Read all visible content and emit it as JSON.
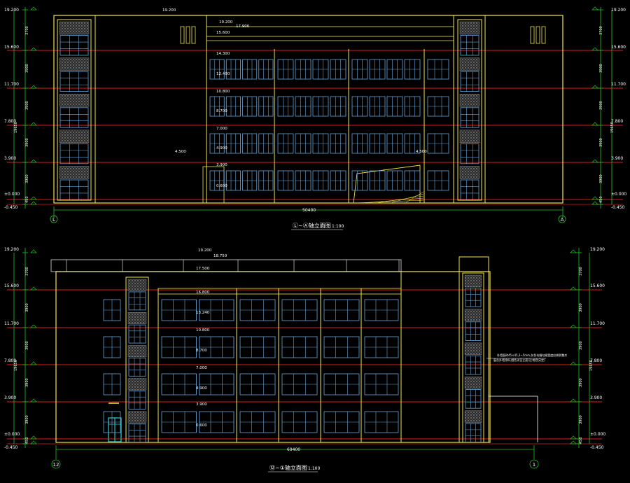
{
  "colors": {
    "background": "#000000",
    "building_outline": "#f2e64a",
    "window": "#6aa6d8",
    "floor_line": "#d81e1e",
    "dimension": "#27c227",
    "text": "#ffffff",
    "stair_hatch": "#9a9a9a",
    "door": "#2bd4e0"
  },
  "top_view": {
    "caption": "Ⓛ~Ⓐ轴立面图",
    "scale": "1:100",
    "overall_width": "50400",
    "axis_left": "L",
    "axis_right": "A",
    "left_levels": [
      "19.200",
      "15.600",
      "11.700",
      "7.800",
      "3.900",
      "±0.000",
      "-0.450"
    ],
    "right_levels": [
      "19.200",
      "15.600",
      "11.700",
      "7.800",
      "3.900",
      "±0.000",
      "-0.450"
    ],
    "left_dims": [
      "3700",
      "3900",
      "3900",
      "3900",
      "3900",
      "450"
    ],
    "right_dims": [
      "3700",
      "3900",
      "3900",
      "3900",
      "3900",
      "450"
    ],
    "total_height": "19650",
    "inner_levels": [
      "19.200",
      "17.900",
      "15.600",
      "14.300",
      "12.400",
      "10.800",
      "8.700",
      "7.000",
      "4.900",
      "3.900",
      "0.600"
    ],
    "side_level": "4.500",
    "side_level_right": "4.500"
  },
  "bottom_view": {
    "caption": "⑫~①轴立面图",
    "scale": "1:100",
    "overall_width": "69400",
    "axis_left": "12",
    "axis_right": "1",
    "left_levels": [
      "19.200",
      "15.600",
      "11.700",
      "7.800",
      "3.900",
      "±0.000",
      "-0.450"
    ],
    "right_levels": [
      "19.200",
      "15.600",
      "11.700",
      "7.800",
      "3.900",
      "±0.000",
      "-0.450"
    ],
    "left_dims": [
      "3700",
      "3900",
      "3900",
      "3900",
      "3900",
      "450"
    ],
    "right_dims": [
      "3700",
      "3900",
      "3900",
      "3900",
      "3900",
      "450"
    ],
    "total_height": "19650",
    "inner_levels": [
      "19.200",
      "18.750",
      "17.500",
      "16.800",
      "13.240",
      "10.800",
      "8.700",
      "7.000",
      "4.900",
      "3.900",
      "0.600"
    ],
    "note_line1": "外墙面砖45×45,3~5mm,灰色勾缝勾缝宽度应做到整齐",
    "note_line2": "窗台外墙涂料,颜色详见立面(注:颜色另定)"
  }
}
